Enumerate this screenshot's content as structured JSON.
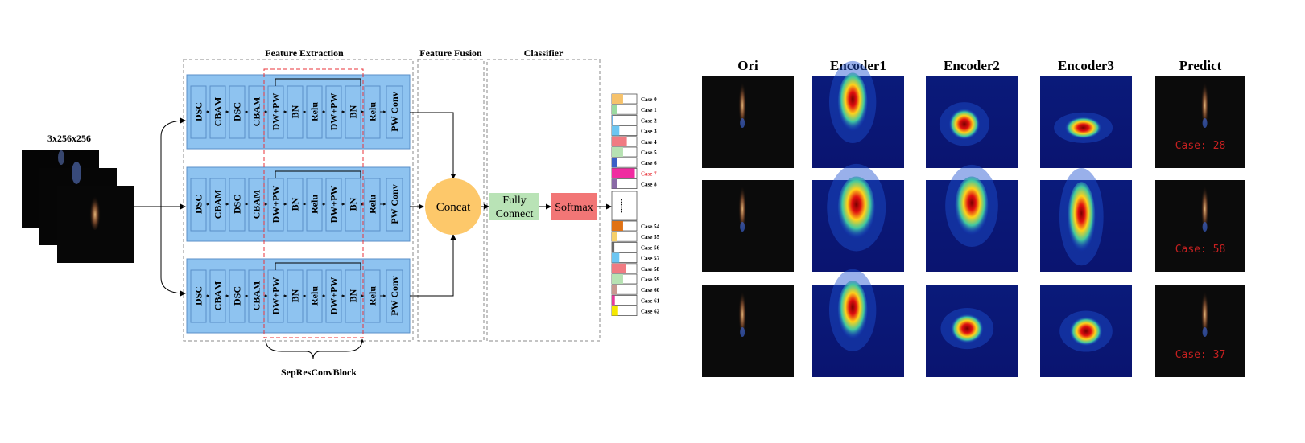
{
  "input": {
    "label": "3x256x256"
  },
  "sections": {
    "feature_extraction": "Feature Extraction",
    "feature_fusion": "Feature Fusion",
    "classifier": "Classifier"
  },
  "block_labels": [
    "DSC",
    "CBAM",
    "DSC",
    "CBAM",
    "DW+PW",
    "BN",
    "Relu",
    "DW+PW",
    "BN",
    "Relu",
    "PW Conv"
  ],
  "nodes": {
    "concat": "Concat",
    "fully_connect": [
      "Fully",
      "Connect"
    ],
    "softmax": "Softmax",
    "ellipsis": "......"
  },
  "sep_res_block_label": "SepResConvBlock",
  "classes": {
    "top": [
      {
        "label": "Case 0",
        "fill": 0.45,
        "color": "#f6c26b",
        "highlight": false
      },
      {
        "label": "Case 1",
        "fill": 0.22,
        "color": "#9bdba0",
        "highlight": false
      },
      {
        "label": "Case 2",
        "fill": 0.06,
        "color": "#6fb3e8",
        "highlight": false
      },
      {
        "label": "Case 3",
        "fill": 0.3,
        "color": "#6cc6f2",
        "highlight": false
      },
      {
        "label": "Case 4",
        "fill": 0.6,
        "color": "#f07b82",
        "highlight": false
      },
      {
        "label": "Case 5",
        "fill": 0.45,
        "color": "#b7e2b3",
        "highlight": false
      },
      {
        "label": "Case 6",
        "fill": 0.2,
        "color": "#3a5fc6",
        "highlight": false
      },
      {
        "label": "Case 7",
        "fill": 0.92,
        "color": "#f02ba0",
        "highlight": true
      },
      {
        "label": "Case 8",
        "fill": 0.2,
        "color": "#8a6aa6",
        "highlight": false
      }
    ],
    "bottom": [
      {
        "label": "Case 54",
        "fill": 0.45,
        "color": "#e07214",
        "highlight": false
      },
      {
        "label": "Case 55",
        "fill": 0.2,
        "color": "#f6d06a",
        "highlight": false
      },
      {
        "label": "Case 56",
        "fill": 0.1,
        "color": "#6a6a6a",
        "highlight": false
      },
      {
        "label": "Case 57",
        "fill": 0.3,
        "color": "#6cc6f2",
        "highlight": false
      },
      {
        "label": "Case 58",
        "fill": 0.55,
        "color": "#f07b82",
        "highlight": false
      },
      {
        "label": "Case 59",
        "fill": 0.45,
        "color": "#b7e2b3",
        "highlight": false
      },
      {
        "label": "Case 60",
        "fill": 0.2,
        "color": "#c89890",
        "highlight": false
      },
      {
        "label": "Case 61",
        "fill": 0.12,
        "color": "#e83a9a",
        "highlight": false
      },
      {
        "label": "Case 62",
        "fill": 0.25,
        "color": "#f5e800",
        "highlight": false
      }
    ]
  },
  "grid": {
    "columns": [
      "Ori",
      "Encoder1",
      "Encoder2",
      "Encoder3",
      "Predict"
    ],
    "predictions": [
      "Case: 28",
      "Case: 58",
      "Case: 37"
    ]
  },
  "colors": {
    "block_fill": "#8ec3f0",
    "block_border": "#5a8fc8",
    "concat": "#fdc86a",
    "fully_connect": "#b9e3b6",
    "softmax": "#f27676",
    "highlight_text": "#e8333a",
    "dashed_red": "#e8333a"
  }
}
